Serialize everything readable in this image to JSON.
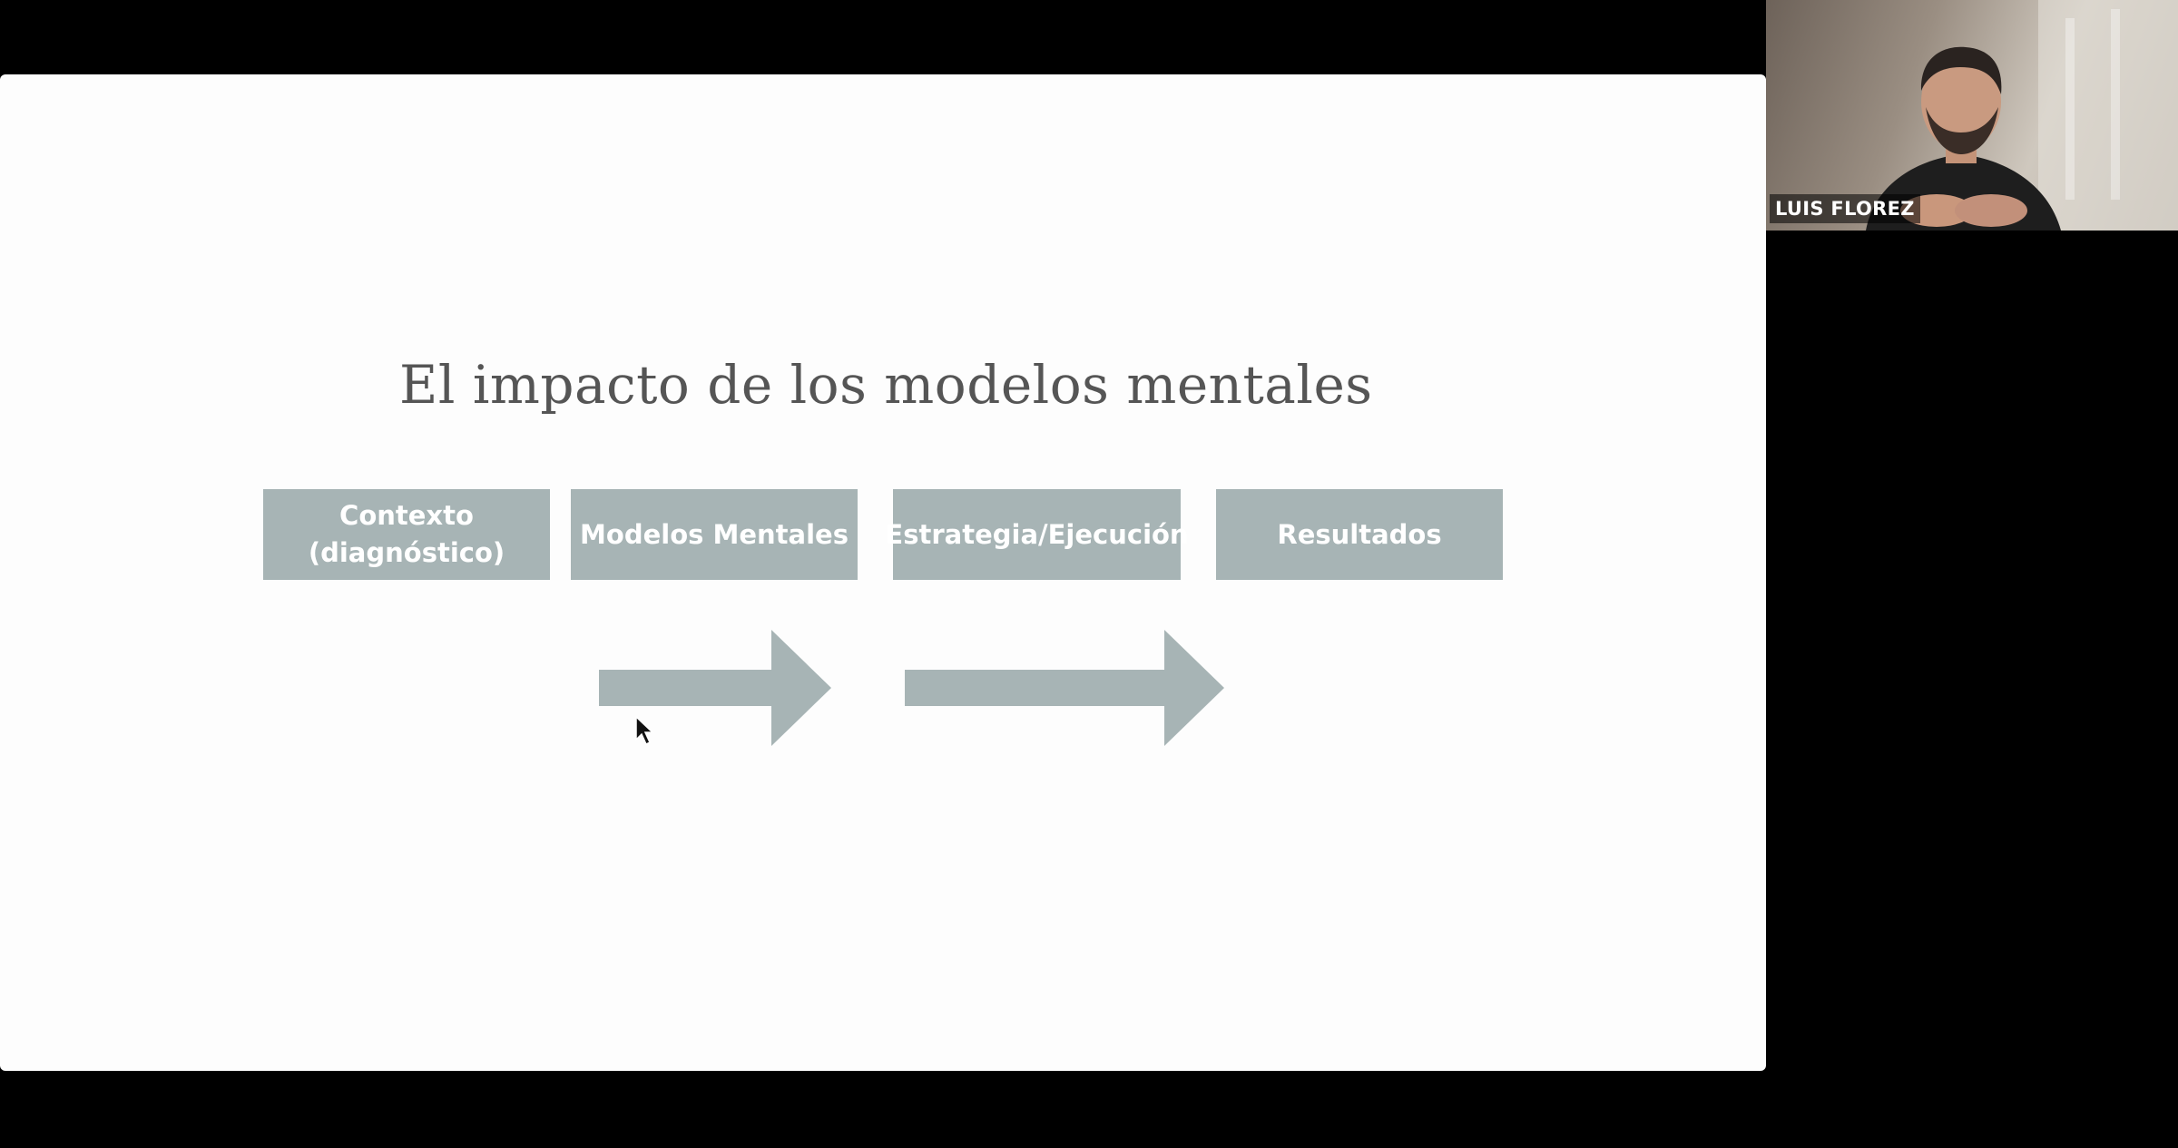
{
  "slide": {
    "title": "El impacto de los modelos mentales",
    "steps": [
      {
        "line1": "Contexto",
        "line2": "(diagnóstico)"
      },
      {
        "line1": "Modelos Mentales",
        "line2": ""
      },
      {
        "line1": "Estrategia/Ejecución",
        "line2": ""
      },
      {
        "line1": "Resultados",
        "line2": ""
      }
    ],
    "box_color": "#a7b4b5",
    "arrow_color": "#a7b4b5"
  },
  "participant": {
    "name": "LUIS FLOREZ"
  },
  "icons": {
    "cursor": "mouse-pointer-icon",
    "avatar": "participant-video"
  }
}
